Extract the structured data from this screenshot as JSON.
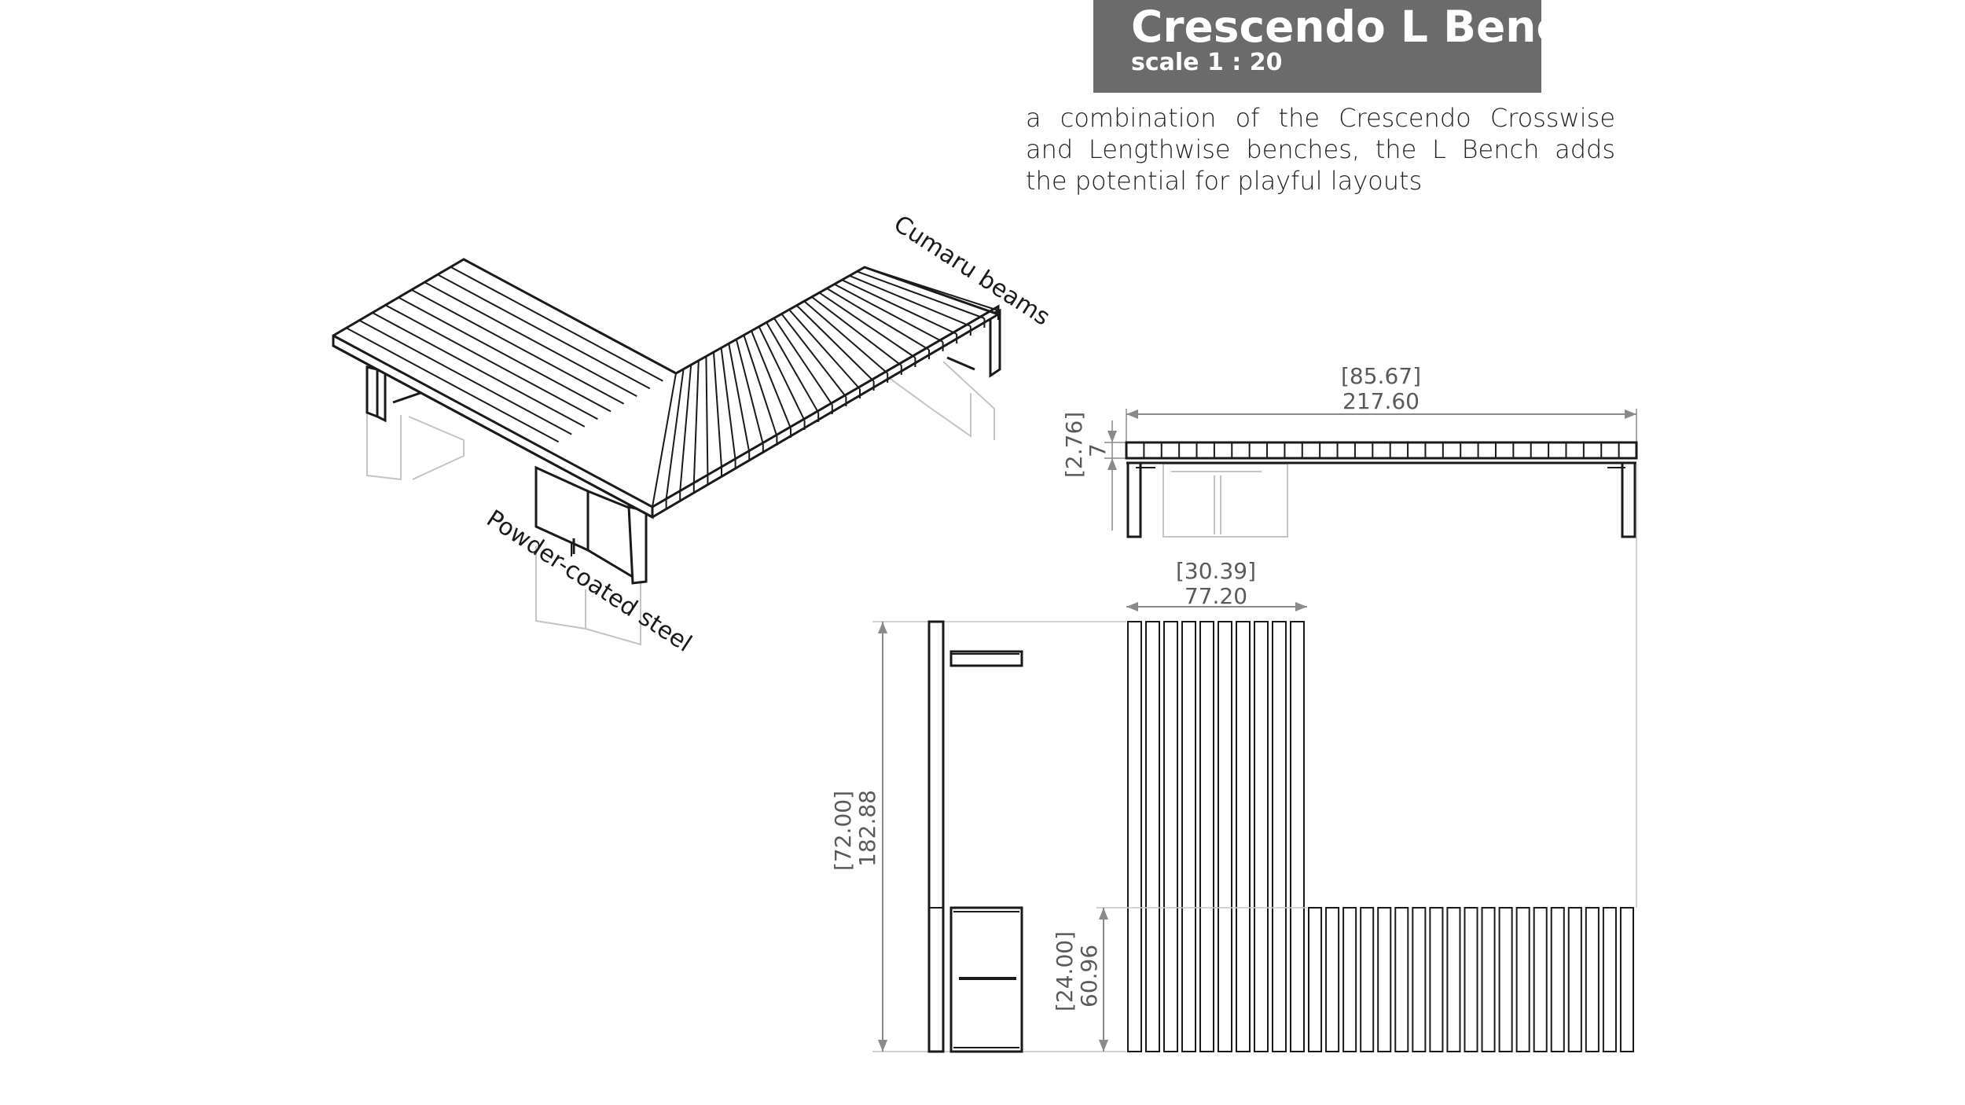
{
  "header": {
    "title": "Crescendo L Bench",
    "scale": "scale 1 : 20"
  },
  "description": "a combination of the Crescendo Crosswise and Lengthwise benches, the L Bench adds the potential for playful layouts",
  "annotations": {
    "wood": "Cumaru beams",
    "steel": "Powder-coated steel"
  },
  "dimensions": {
    "overall_length_in": "[85.67]",
    "overall_length_cm": "217.60",
    "seat_thickness_in": "[2.76]",
    "seat_thickness_cm": "7",
    "top_width_in": "[30.39]",
    "top_width_cm": "77.20",
    "total_depth_in": "[72.00]",
    "total_depth_cm": "182.88",
    "leg_depth_in": "[24.00]",
    "leg_depth_cm": "60.96"
  },
  "colors": {
    "title_bg": "#6b6b6b",
    "title_text": "#ffffff",
    "line": "#1a1a1a",
    "ghost_line": "#c4c4c4",
    "dimension": "#5a5a5a"
  }
}
